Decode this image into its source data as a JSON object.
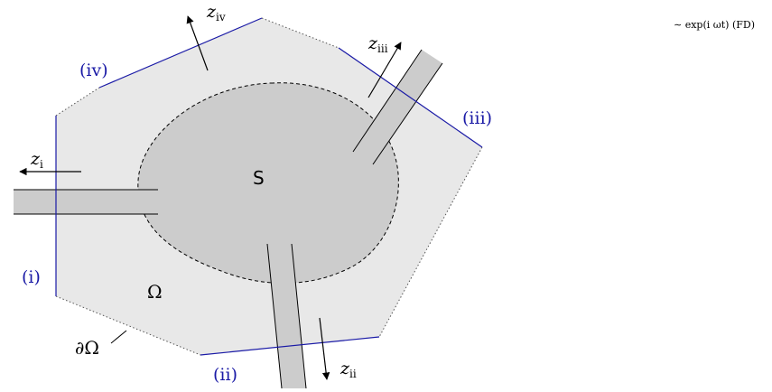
{
  "colors": {
    "region_fill": "#e8e8e8",
    "scatterer_fill": "#cccccc",
    "port_line": "#1a1aa6",
    "label_blue": "#1a1aa6",
    "waveguide_fill": "#cccccc"
  },
  "header_note": "∼ exp(i ωt) (FD)",
  "region_label": "Ω",
  "boundary_label": "∂Ω",
  "scatterer_label": "S",
  "ports": [
    {
      "id": "i",
      "label": "(i)",
      "coord_var": "z",
      "coord_sub": "i"
    },
    {
      "id": "ii",
      "label": "(ii)",
      "coord_var": "z",
      "coord_sub": "ii"
    },
    {
      "id": "iii",
      "label": "(iii)",
      "coord_var": "z",
      "coord_sub": "iii"
    },
    {
      "id": "iv",
      "label": "(iv)",
      "coord_var": "z",
      "coord_sub": "iv"
    }
  ]
}
